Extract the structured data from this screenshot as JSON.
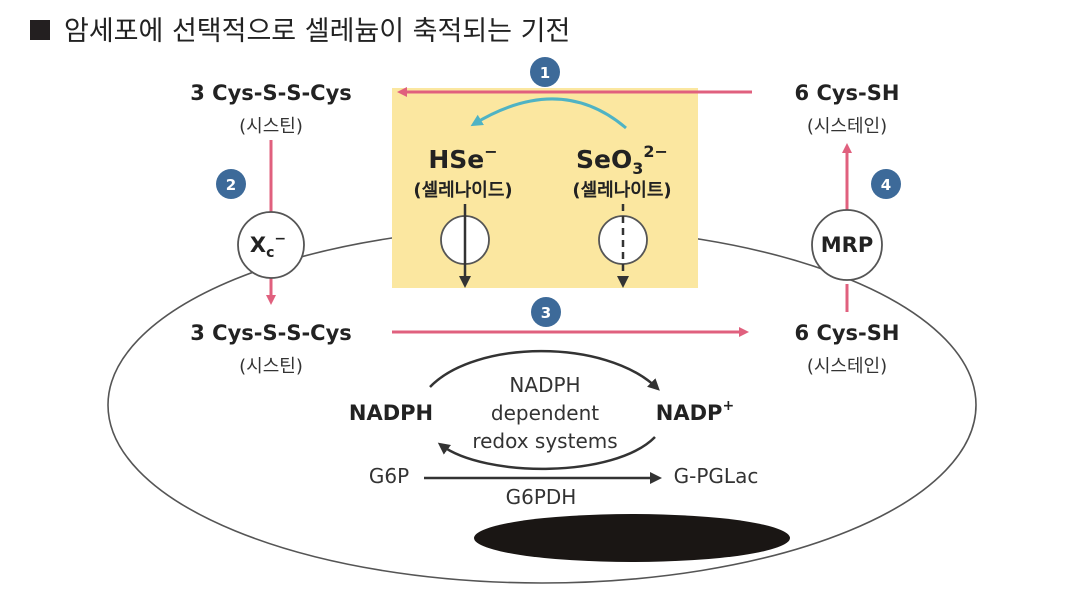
{
  "title": "암세포에 선택적으로 셀레늄이 축적되는 기전",
  "colors": {
    "pink": "#e0607e",
    "teal": "#4fb3c4",
    "yellow_box": "#fbe7a0",
    "badge": "#3d6a99",
    "dark": "#333333",
    "nucleus": "#1a1614"
  },
  "badges": {
    "b1": "1",
    "b2": "2",
    "b3": "3",
    "b4": "4"
  },
  "outside": {
    "left_main": "3 Cys-S-S-Cys",
    "left_sub": "(시스틴)",
    "right_main": "6 Cys-SH",
    "right_sub": "(시스테인)"
  },
  "inside": {
    "left_main": "3 Cys-S-S-Cys",
    "left_sub": "(시스틴)",
    "right_main": "6 Cys-SH",
    "right_sub": "(시스테인)"
  },
  "transporters": {
    "xc": {
      "base": "X",
      "sub": "c",
      "sup": "−"
    },
    "mrp": "MRP"
  },
  "selenium": {
    "hse": {
      "base": "HSe",
      "sup": "−",
      "name": "(셀레나이드)"
    },
    "seo3": {
      "base": "SeO",
      "sub": "3",
      "sup": "2−",
      "name": "(셀레나이트)"
    }
  },
  "redox": {
    "nadph": "NADPH",
    "nadp": {
      "base": "NADP",
      "sup": "+"
    },
    "center": [
      "NADPH",
      "dependent",
      "redox systems"
    ],
    "g6p": "G6P",
    "g6pdh": "G6PDH",
    "gpglac": "G-PGLac"
  }
}
